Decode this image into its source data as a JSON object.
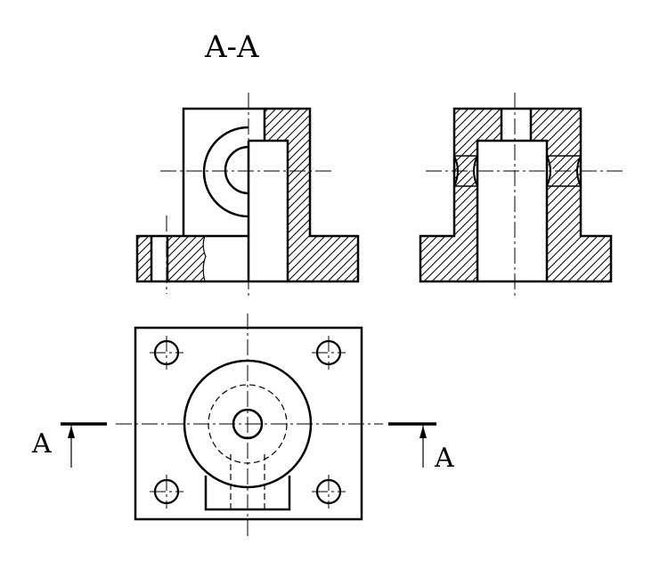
{
  "section_title": "A-A",
  "cutting_plane": {
    "left_label": "A",
    "right_label": "A"
  }
}
